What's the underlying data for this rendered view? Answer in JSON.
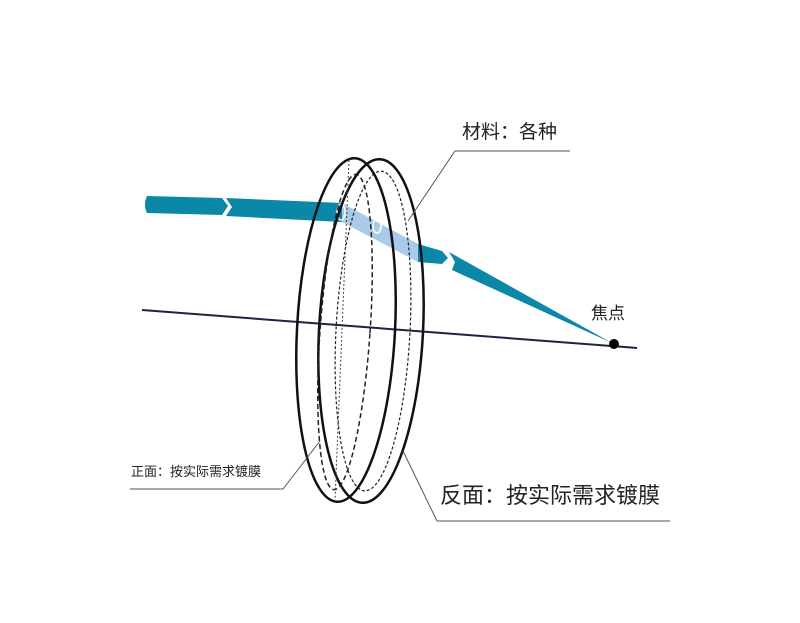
{
  "labels": {
    "material": "材料：各种",
    "focus": "焦点",
    "front_coating": "正面：按实际需求镀膜",
    "back_coating": "反面：按实际需求镀膜"
  },
  "colors": {
    "beam": "#0b87a8",
    "beam_inside": "#a9cbe9",
    "axis": "#1c2440",
    "outline": "#111111"
  }
}
